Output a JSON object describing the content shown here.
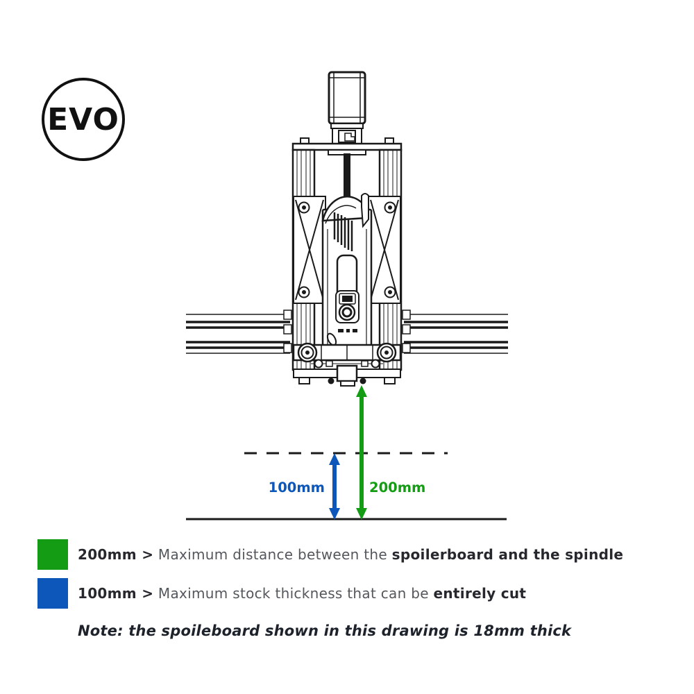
{
  "logo": {
    "text": "EVO"
  },
  "diagram": {
    "arrow_labels": {
      "green": "200mm",
      "blue": "100mm"
    },
    "colors": {
      "green": "#159c15",
      "blue": "#0e57ba"
    }
  },
  "legend": {
    "rows": [
      {
        "color": "#159c15",
        "value": "200mm >",
        "desc": "Maximum distance between the",
        "emphasis": "spoilerboard and the spindle"
      },
      {
        "color": "#0e57ba",
        "value": "100mm >",
        "desc": "Maximum stock thickness that can be",
        "emphasis": "entirely cut"
      }
    ]
  },
  "note": {
    "text": "Note: the spoileboard shown in this drawing is 18mm thick"
  }
}
